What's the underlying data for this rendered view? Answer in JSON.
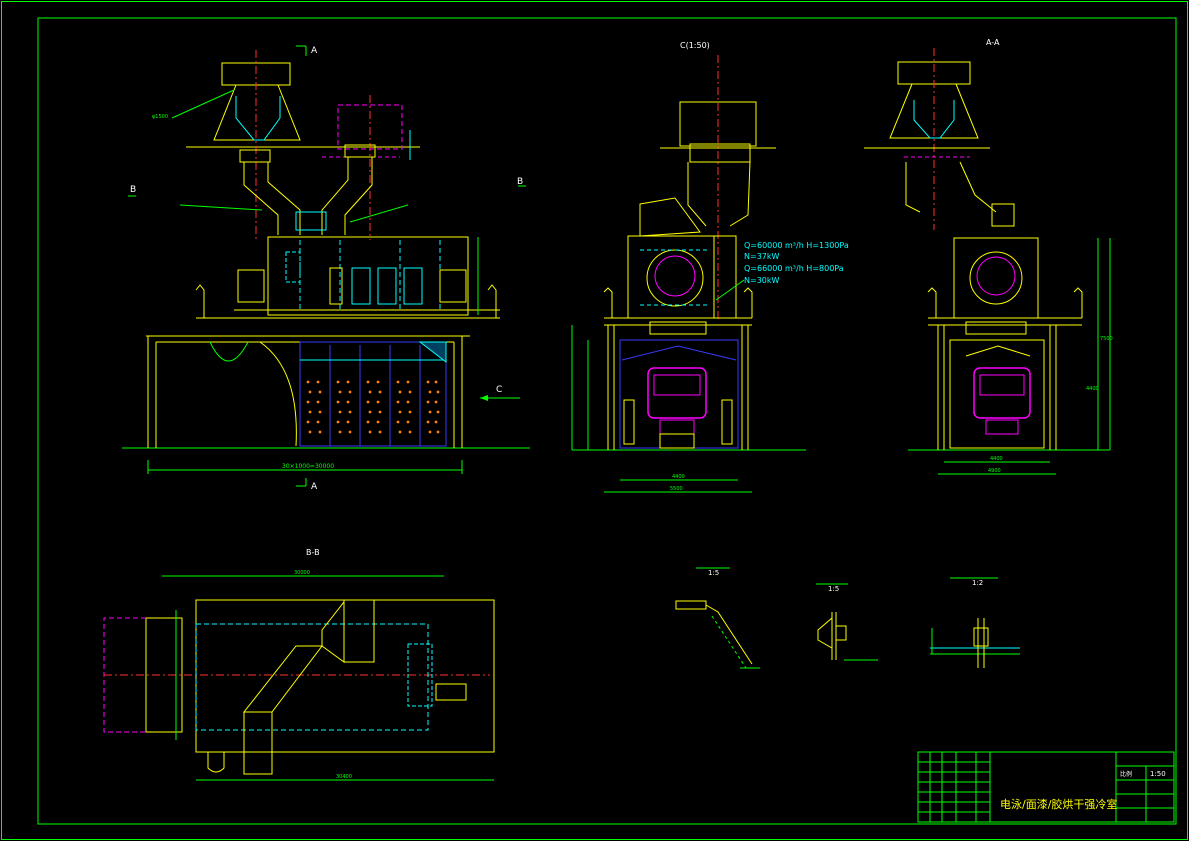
{
  "colors": {
    "background": "#000000",
    "border": "#00ff00",
    "yellow": "#ffff00",
    "cyan": "#00ffff",
    "blue": "#3a3aff",
    "red": "#ff3030",
    "magenta": "#ff00ff",
    "green": "#00ff00",
    "white": "#ffffff",
    "orange": "#ff8000"
  },
  "views": {
    "front": {
      "section_mark_top": "A",
      "section_mark_bottom": "A",
      "mark_b_left": "B",
      "mark_b_right": "B",
      "mark_c": "C",
      "label_top_left": "φ1500",
      "dim_bottom": "30×1000=30000"
    },
    "side_c": {
      "title": "C(1:50)",
      "fan1_spec": "Q=60000 m³/h  H=1300Pa",
      "fan1_power": "N=37kW",
      "fan2_spec": "Q=66000 m³/h  H=800Pa",
      "fan2_power": "N=30kW",
      "dim_width_inner": "4400",
      "dim_width_outer": "5500"
    },
    "section_aa": {
      "title": "A-A",
      "dim_width_inner": "4400",
      "dim_width_outer": "4900",
      "dim_height_total": "7500",
      "dim_height_lower": "4400"
    },
    "section_bb": {
      "title": "B-B",
      "dim_top": "30000",
      "dim_bottom": "30400"
    },
    "details": [
      {
        "scale": "1:5"
      },
      {
        "scale": "1:5"
      },
      {
        "scale": "1:2"
      }
    ]
  },
  "title_block": {
    "scale_label": "比例",
    "scale_value": "1:50",
    "drawing_title": "电泳/面漆/胶烘干强冷室"
  }
}
